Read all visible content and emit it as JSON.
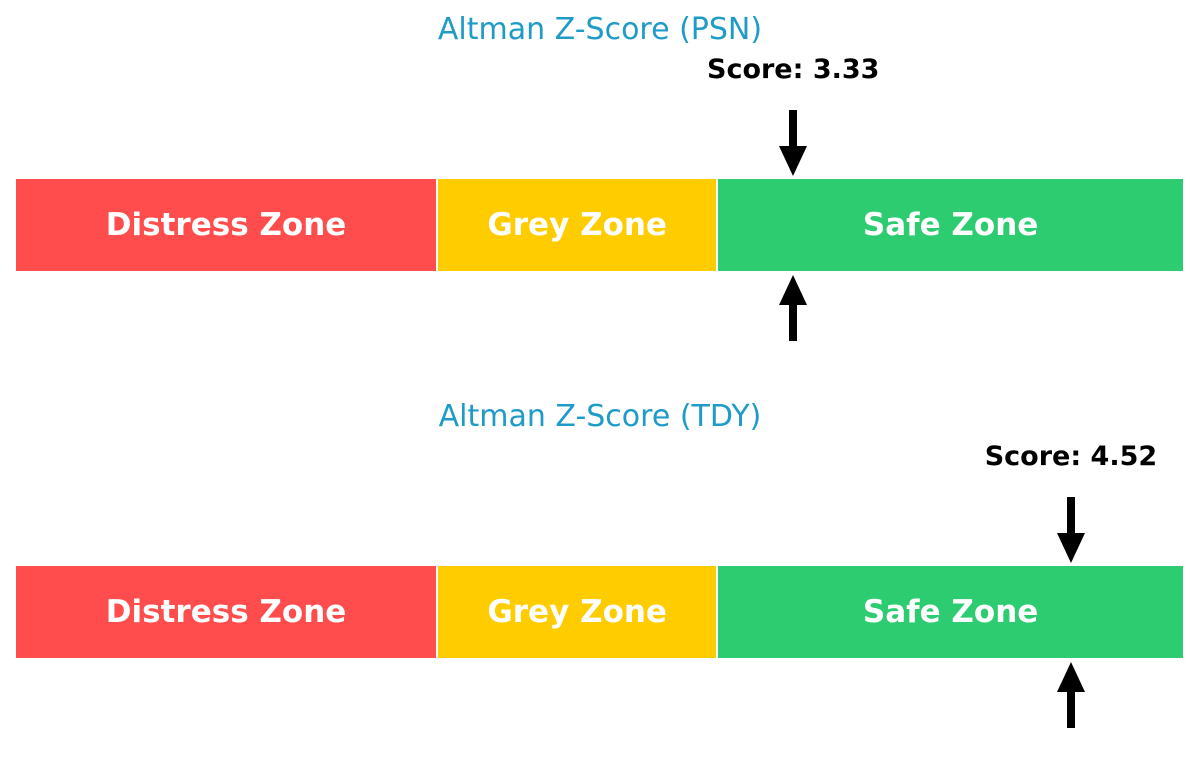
{
  "scale": {
    "min": 0,
    "max": 5
  },
  "zones": [
    {
      "label": "Distress Zone",
      "from": 0,
      "to": 1.8,
      "color": "#ff4d4d"
    },
    {
      "label": "Grey Zone",
      "from": 1.8,
      "to": 3.0,
      "color": "#ffcc00"
    },
    {
      "label": "Safe Zone",
      "from": 3.0,
      "to": 5.0,
      "color": "#2ecc71"
    }
  ],
  "gauges": [
    {
      "title": "Altman Z-Score (PSN)",
      "score": 3.33,
      "score_label": "Score: 3.33"
    },
    {
      "title": "Altman Z-Score (TDY)",
      "score": 4.52,
      "score_label": "Score: 4.52"
    }
  ],
  "colors": {
    "title": "#1f9bc8",
    "arrow": "#000000",
    "zone_text": "#ffffff"
  },
  "chart_data": [
    {
      "type": "bar",
      "title": "Altman Z-Score (PSN)",
      "categories": [
        "Distress Zone",
        "Grey Zone",
        "Safe Zone"
      ],
      "zone_ranges": [
        [
          0,
          1.8
        ],
        [
          1.8,
          3.0
        ],
        [
          3.0,
          5.0
        ]
      ],
      "zone_colors": [
        "#ff4d4d",
        "#ffcc00",
        "#2ecc71"
      ],
      "score": 3.33,
      "score_label": "Score: 3.33",
      "xlim": [
        0,
        5
      ],
      "xlabel": "",
      "ylabel": "",
      "grid": false,
      "legend": "none"
    },
    {
      "type": "bar",
      "title": "Altman Z-Score (TDY)",
      "categories": [
        "Distress Zone",
        "Grey Zone",
        "Safe Zone"
      ],
      "zone_ranges": [
        [
          0,
          1.8
        ],
        [
          1.8,
          3.0
        ],
        [
          3.0,
          5.0
        ]
      ],
      "zone_colors": [
        "#ff4d4d",
        "#ffcc00",
        "#2ecc71"
      ],
      "score": 4.52,
      "score_label": "Score: 4.52",
      "xlim": [
        0,
        5
      ],
      "xlabel": "",
      "ylabel": "",
      "grid": false,
      "legend": "none"
    }
  ]
}
